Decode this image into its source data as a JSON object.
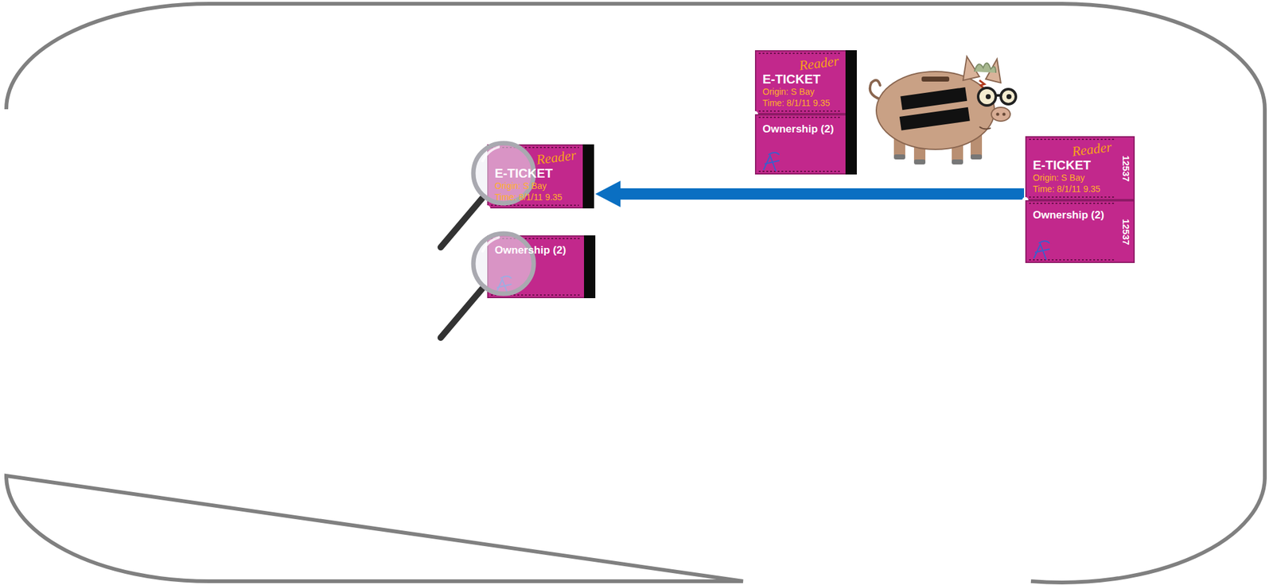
{
  "diagram": {
    "nodes": [
      {
        "text": [
          "Reader",
          "E-TICKET",
          "Origin: S Bay",
          "Time: 8/1/11 9.35"
        ]
      },
      {
        "text": [
          "Ownership (2)"
        ]
      },
      {
        "text": [
          "Reader",
          "E-TICKET",
          "Origin: S Bay",
          "Time: 8/1/11 9.35"
        ]
      },
      {
        "text": [
          "Ownership (2)"
        ]
      },
      {
        "text": [
          "Reader",
          "E-TICKET",
          "Origin: S Bay",
          "Time: 8/1/11 9.35",
          "12537"
        ]
      },
      {
        "text": [
          "Ownership (2)",
          "12537"
        ]
      }
    ],
    "edges": [
      {
        "from": 4,
        "to": 0,
        "arrow": "to"
      }
    ]
  }
}
